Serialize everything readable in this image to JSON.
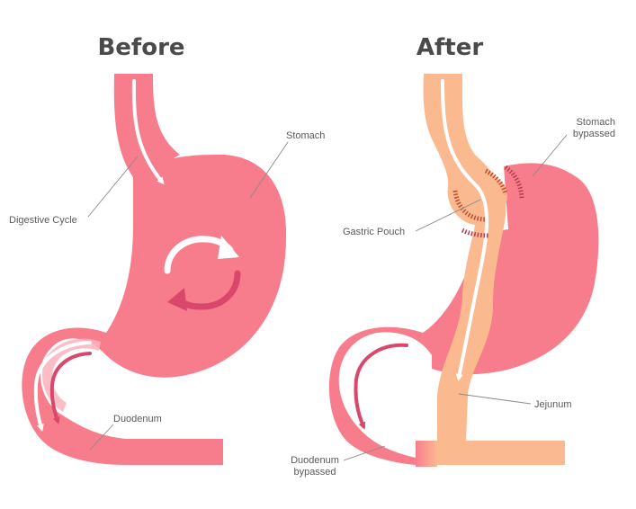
{
  "titles": {
    "before": "Before",
    "after": "After"
  },
  "labels": {
    "stomach": "Stomach",
    "digestive_cycle": "Digestive Cycle",
    "duodenum": "Duodenum",
    "stomach_bypassed_line1": "Stomach",
    "stomach_bypassed_line2": "bypassed",
    "gastric_pouch": "Gastric Pouch",
    "jejunum": "Jejunum",
    "duodenum_bypassed_line1": "Duodenum",
    "duodenum_bypassed_line2": "bypassed"
  },
  "colors": {
    "stomach_pink": "#f77d8c",
    "inner_pink": "#fbb3bc",
    "arrow_dark": "#d9476b",
    "arrow_light": "#ffffff",
    "bypass_peach": "#fbb990",
    "staple": "#c14a2b",
    "title_gray": "#4a4a4a",
    "label_gray": "#5a5a5a"
  }
}
